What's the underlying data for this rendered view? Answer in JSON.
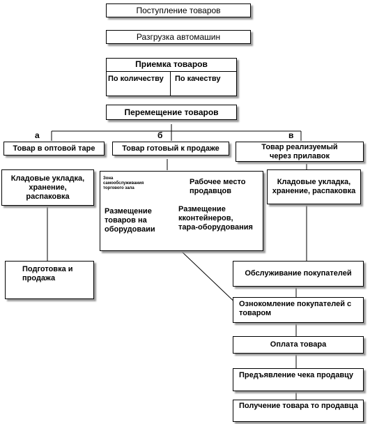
{
  "steps": {
    "receipt": "Поступление товаров",
    "unloading": "Разгрузка автомашин",
    "acceptance": {
      "title": "Приемка товаров",
      "by_quantity": "По количеству",
      "by_quality": "По качеству"
    },
    "movement": "Перемещение товаров"
  },
  "branches": {
    "a": {
      "letter": "а",
      "title": "Товар в оптовой таре",
      "storage": "Кладовые укладка, хранение, распаковка",
      "prep": "Подготовка и продажа"
    },
    "b": {
      "letter": "б",
      "title": "Товар готовый к продаже",
      "zone": "Зона самообслуживания торгового зала",
      "workplace": "Рабочее место продавцов",
      "place_equipment": "Размещение товаров на оборудоваии",
      "place_containers": "Размещение кконтейнеров, тара-оборудования"
    },
    "v": {
      "letter": "в",
      "title": "Товар реализуемый через прилавок",
      "storage": "Кладовые укладка, хранение, распаковка"
    }
  },
  "final_steps": [
    "Обслуживание покупателей",
    "Ознокомление покупателей с товаром",
    "Оплата товара",
    "Предъявление чека продавцу",
    "Получение товара то продавца"
  ]
}
